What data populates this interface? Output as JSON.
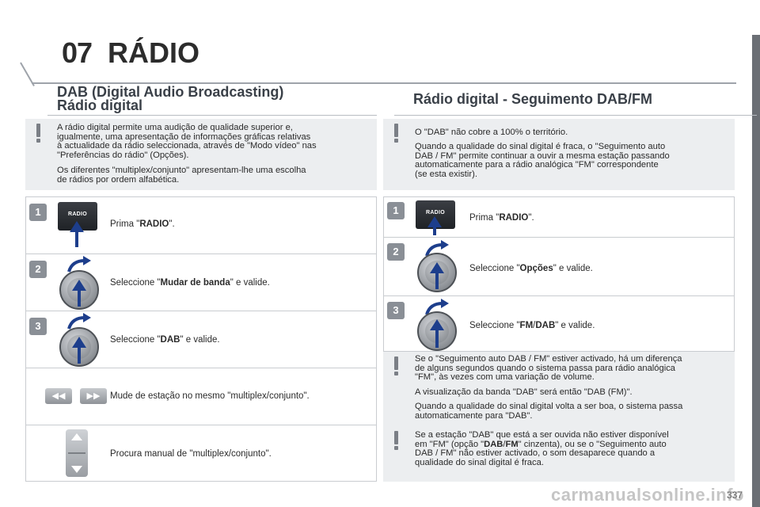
{
  "header": {
    "chapter_number": "07",
    "chapter_title": "RÁDIO"
  },
  "left": {
    "title_line1": "DAB (Digital Audio Broadcasting)",
    "title_line2": "Rádio digital",
    "info": {
      "para1_lines": [
        "A rádio digital permite uma audição de qualidade superior e,",
        "igualmente, uma apresentação de informações gráficas relativas",
        "à actualidade da rádio seleccionada, através de \"Modo vídeo\" nas",
        "\"Preferências do rádio\" (Opções)."
      ],
      "para2_lines": [
        "Os diferentes \"multiplex/conjunto\" apresentam-lhe uma escolha",
        "de rádios por ordem alfabética."
      ]
    },
    "steps": [
      {
        "num": "1",
        "pre": "Prima \"",
        "bold": "RADIO",
        "post": "\"."
      },
      {
        "num": "2",
        "pre": "Seleccione \"",
        "bold": "Mudar de banda",
        "post": "\" e valide."
      },
      {
        "num": "3",
        "pre": "Seleccione \"",
        "bold": "DAB",
        "post": "\" e valide."
      },
      {
        "num": "",
        "pre": "Mude de estação no mesmo \"multiplex/conjunto\".",
        "bold": "",
        "post": ""
      },
      {
        "num": "",
        "pre": "Procura manual de \"multiplex/conjunto\".",
        "bold": "",
        "post": ""
      }
    ],
    "radio_label": "RADIO",
    "seek_left": "◀◀",
    "seek_right": "▶▶"
  },
  "right": {
    "title": "Rádio digital - Seguimento DAB/FM",
    "info": {
      "para1_lines": [
        "O \"DAB\" não cobre a 100% o território."
      ],
      "para2_lines": [
        "Quando a qualidade do sinal digital é fraca, o \"Seguimento auto",
        "DAB / FM\" permite continuar a ouvir a mesma estação passando",
        "automaticamente para a rádio analógica \"FM\" correspondente",
        "(se esta existir)."
      ]
    },
    "steps": [
      {
        "num": "1",
        "pre": "Prima \"",
        "bold": "RADIO",
        "post": "\"."
      },
      {
        "num": "2",
        "pre": "Seleccione \"",
        "bold": "Opções",
        "post": "\" e valide."
      },
      {
        "num": "3",
        "pre": "Seleccione \"",
        "bold": "FM",
        "mid": "/",
        "bold2": "DAB",
        "post": "\" e valide."
      }
    ],
    "radio_label": "RADIO",
    "info2": {
      "para1_lines": [
        "Se o \"Seguimento auto DAB / FM\" estiver activado, há um diferença",
        "de alguns segundos quando o sistema passa para rádio analógica",
        "\"FM\", às vezes com uma variação de volume."
      ],
      "para2_lines": [
        "A visualização da banda \"DAB\" será então \"DAB (FM)\"."
      ],
      "para3_lines": [
        "Quando a qualidade do sinal digital volta a ser boa, o sistema passa",
        "automaticamente para \"DAB\"."
      ]
    },
    "info3": {
      "line1": "Se a estação \"DAB\" que está a ser ouvida não estiver disponível",
      "line2_pre": "em \"FM\" (opção \"",
      "line2_b1": "DAB",
      "line2_mid": "/",
      "line2_b2": "FM",
      "line2_post": "\" cinzenta), ou se o \"Seguimento auto",
      "line3": "DAB / FM\" não estiver activado, o som desaparece quando a",
      "line4": "qualidade do sinal digital é fraca."
    }
  },
  "footer": {
    "page_number": "337",
    "watermark": "carmanualsonline.info"
  }
}
